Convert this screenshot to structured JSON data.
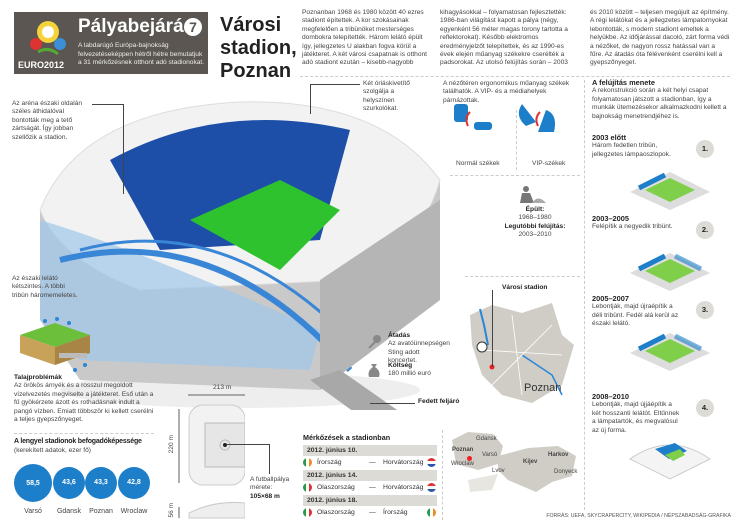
{
  "header": {
    "title": "Pályabejárás",
    "number": "7",
    "subtitle": "A labdarúgó Európa-bajnokság felvezetéseképpen hétről hétre bemutatjuk a 31 mérkőzésnek otthont adó stadionokat.",
    "logo_text": "EURO2012"
  },
  "main_title": [
    "Városi",
    "stadion,",
    "Poznan"
  ],
  "intro": [
    "Poznanban 1968 és 1980 között 40 ezres stadiont építettek. A kor szokásainak megfelelően a tribünöket mesterséges dombokra telepítették. Három lelátó épült így, jellegzetes U alakban fogva körül a játékteret. A két városi csapatnak is otthont adó stadiont ezután – kisebb-nagyobb",
    "kihagyásokkal – folyamatosan fejlesztették: 1986-ban világítást kapott a pálya (négy, egyenként 56 méter magas torony tartotta a reflektorokat). Később elektromos eredményjelzőt telepítettek, és az 1990-es évek elején műanyag székekre cserélték a padsorokat. Az utolsó felújítás során – 2003",
    "és 2010 között – teljesen megújult az építmény. A régi lelátókat és a jellegzetes lámpatornyokat lebontották, s modern stadiont emeltek a helyükbe. Az időjárással dacoló, zárt forma védi a nézőket, de nagyon rossz hatással van a fűre. Az átadás óta félévenként cserélni kell a gyepszőnyeget."
  ],
  "annotations": {
    "north_bridge": "Az aréna északi oldalán széles áthidalóval bontották meg a tető zártságát. Így jobban szellőzik a stadion.",
    "screens": "Két óriáskivetítő szolgálja a helyszínen szurkolókat.",
    "north_stand": "Az északi lelátó kétszintes. A többi tribün háromemeletes.",
    "covered_walkway": "Fedett feljáró"
  },
  "seats": {
    "intro": "A nézőtéren ergonomikus műanyag székek találhatók. A VIP- és a médiahelyek párnázottak.",
    "normal": "Normál székek",
    "vip": "VIP-székek"
  },
  "built": {
    "built_label": "Épült:",
    "built_value": "1968–1980",
    "renov_label": "Legutóbbi felújítás:",
    "renov_value": "2003–2010"
  },
  "facts": {
    "opening_title": "Átadás",
    "opening_text": "Az avatóünnepségen Sting adott koncertet.",
    "cost_title": "Költség",
    "cost_text": "180 millió euró"
  },
  "map": {
    "title": "Városi stadion",
    "city": "Poznan"
  },
  "soil": {
    "title": "Talajproblémák",
    "text": "Az örökös árnyék és a rosszul megoldott vízelvezetés megviselte a játékteret. Eső után a fű gyökérzete ázott és rothadásnak indult a pangó vízben. Emiatt többször ki kellett cserélni a teljes gyepszőnyeget."
  },
  "chart_data": {
    "type": "bubble",
    "title": "A lengyel stadionok befogadóképessége",
    "subtitle": "(kerekített adatok, ezer fő)",
    "categories": [
      "Varsó",
      "Gdansk",
      "Poznan",
      "Wroclaw"
    ],
    "values": [
      58.5,
      43.6,
      43.3,
      42.8
    ],
    "value_labels": [
      "58,5",
      "43,6",
      "43,3",
      "42,8"
    ],
    "color": "#1d7fc9"
  },
  "dimensions": {
    "width": "213 m",
    "length": "220 m",
    "height": "56 m",
    "pitch_label": "A futballpálya mérete:",
    "pitch_value": "105×68 m"
  },
  "matches": {
    "title": "Mérkőzések a stadionban",
    "items": [
      {
        "date": "2012. június 10.",
        "home": "Írország",
        "away": "Horvátország",
        "sep": "—"
      },
      {
        "date": "2012. június 14.",
        "home": "Olaszország",
        "away": "Horvátország",
        "sep": "—"
      },
      {
        "date": "2012. június 18.",
        "home": "Olaszország",
        "away": "Írország",
        "sep": "—"
      }
    ]
  },
  "region_map": {
    "cities": [
      "Gdansk",
      "Poznan",
      "Varsó",
      "Wroclaw",
      "Lvov",
      "Kijev",
      "Harkov",
      "Donyeck"
    ]
  },
  "renovation": {
    "title": "A felújítás menete",
    "intro": "A rekonstrukció során a két helyi csapat folyamatosan játszott a stadionban, így a munkák ütemezésekor alkalmazkodni kellett a bajnokság menetrendjéhez is.",
    "steps": [
      {
        "num": "1.",
        "period": "2003 előtt",
        "text": "Három fedetlen tribün, jellegzetes lámpaoszlopok."
      },
      {
        "num": "2.",
        "period": "2003–2005",
        "text": "Felépítik a negyedik tribünt."
      },
      {
        "num": "3.",
        "period": "2005–2007",
        "text": "Lebontják, majd újraépítik a déli tribünt. Fedél alá kerül az északi lelátó."
      },
      {
        "num": "4.",
        "period": "2008–2010",
        "text": "Lebontják, majd újjáépítik a két hosszanti lelátót. Eltűnnek a lámpatartók, és megvalósul az új forma."
      }
    ]
  },
  "source": "FORRÁS: UEFA, SKYCRAPERCITY, WIKIPEDIA / NÉPSZABADSÁG-GRAFIKA"
}
